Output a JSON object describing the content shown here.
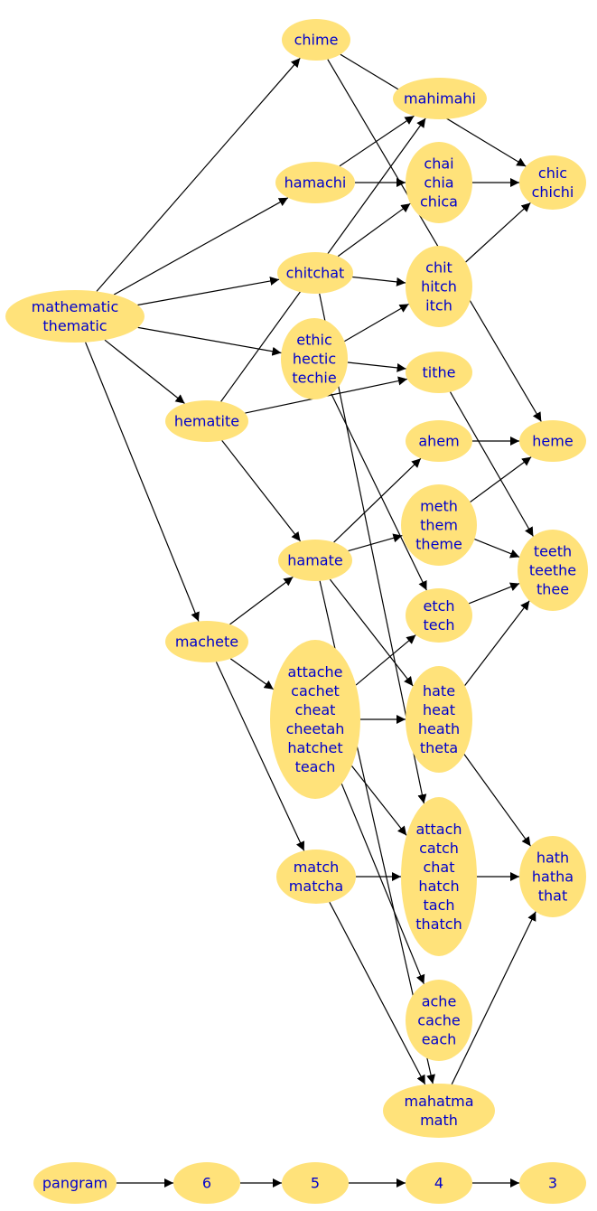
{
  "nodes": [
    {
      "id": "mathematic",
      "lines": [
        "mathematic",
        "thematic"
      ]
    },
    {
      "id": "chime",
      "lines": [
        "chime"
      ]
    },
    {
      "id": "mahimahi",
      "lines": [
        "mahimahi"
      ]
    },
    {
      "id": "hamachi",
      "lines": [
        "hamachi"
      ]
    },
    {
      "id": "chai",
      "lines": [
        "chai",
        "chia",
        "chica"
      ]
    },
    {
      "id": "chic",
      "lines": [
        "chic",
        "chichi"
      ]
    },
    {
      "id": "chitchat",
      "lines": [
        "chitchat"
      ]
    },
    {
      "id": "chit",
      "lines": [
        "chit",
        "hitch",
        "itch"
      ]
    },
    {
      "id": "ethic",
      "lines": [
        "ethic",
        "hectic",
        "techie"
      ]
    },
    {
      "id": "tithe",
      "lines": [
        "tithe"
      ]
    },
    {
      "id": "hematite",
      "lines": [
        "hematite"
      ]
    },
    {
      "id": "ahem",
      "lines": [
        "ahem"
      ]
    },
    {
      "id": "heme",
      "lines": [
        "heme"
      ]
    },
    {
      "id": "meth",
      "lines": [
        "meth",
        "them",
        "theme"
      ]
    },
    {
      "id": "hamate",
      "lines": [
        "hamate"
      ]
    },
    {
      "id": "teeth",
      "lines": [
        "teeth",
        "teethe",
        "thee"
      ]
    },
    {
      "id": "etch",
      "lines": [
        "etch",
        "tech"
      ]
    },
    {
      "id": "machete",
      "lines": [
        "machete"
      ]
    },
    {
      "id": "attache",
      "lines": [
        "attache",
        "cachet",
        "cheat",
        "cheetah",
        "hatchet",
        "teach"
      ]
    },
    {
      "id": "hate",
      "lines": [
        "hate",
        "heat",
        "heath",
        "theta"
      ]
    },
    {
      "id": "match",
      "lines": [
        "match",
        "matcha"
      ]
    },
    {
      "id": "attach",
      "lines": [
        "attach",
        "catch",
        "chat",
        "hatch",
        "tach",
        "thatch"
      ]
    },
    {
      "id": "hath",
      "lines": [
        "hath",
        "hatha",
        "that"
      ]
    },
    {
      "id": "ache",
      "lines": [
        "ache",
        "cache",
        "each"
      ]
    },
    {
      "id": "mahatma",
      "lines": [
        "mahatma",
        "math"
      ]
    },
    {
      "id": "pangram",
      "lines": [
        "pangram"
      ]
    },
    {
      "id": "n6",
      "lines": [
        "6"
      ]
    },
    {
      "id": "n5",
      "lines": [
        "5"
      ]
    },
    {
      "id": "n4",
      "lines": [
        "4"
      ]
    },
    {
      "id": "n3",
      "lines": [
        "3"
      ]
    }
  ],
  "edges": [
    [
      "mathematic",
      "chime"
    ],
    [
      "mathematic",
      "hamachi"
    ],
    [
      "mathematic",
      "chitchat"
    ],
    [
      "mathematic",
      "ethic"
    ],
    [
      "mathematic",
      "hematite"
    ],
    [
      "mathematic",
      "machete"
    ],
    [
      "chime",
      "chic"
    ],
    [
      "chime",
      "heme"
    ],
    [
      "hamachi",
      "mahimahi"
    ],
    [
      "hamachi",
      "chai"
    ],
    [
      "chai",
      "chic"
    ],
    [
      "chit",
      "chic"
    ],
    [
      "chitchat",
      "chai"
    ],
    [
      "chitchat",
      "chit"
    ],
    [
      "chitchat",
      "attach"
    ],
    [
      "ethic",
      "chit"
    ],
    [
      "ethic",
      "tithe"
    ],
    [
      "ethic",
      "etch"
    ],
    [
      "hematite",
      "mahimahi"
    ],
    [
      "hematite",
      "tithe"
    ],
    [
      "hematite",
      "hamate"
    ],
    [
      "tithe",
      "teeth"
    ],
    [
      "ahem",
      "heme"
    ],
    [
      "meth",
      "heme"
    ],
    [
      "meth",
      "teeth"
    ],
    [
      "hamate",
      "ahem"
    ],
    [
      "hamate",
      "meth"
    ],
    [
      "hamate",
      "hate"
    ],
    [
      "hamate",
      "mahatma"
    ],
    [
      "etch",
      "teeth"
    ],
    [
      "hate",
      "teeth"
    ],
    [
      "hate",
      "hath"
    ],
    [
      "machete",
      "hamate"
    ],
    [
      "machete",
      "attache"
    ],
    [
      "machete",
      "match"
    ],
    [
      "attache",
      "etch"
    ],
    [
      "attache",
      "hate"
    ],
    [
      "attache",
      "attach"
    ],
    [
      "attache",
      "ache"
    ],
    [
      "match",
      "attach"
    ],
    [
      "match",
      "mahatma"
    ],
    [
      "attach",
      "hath"
    ],
    [
      "mahatma",
      "hath"
    ],
    [
      "pangram",
      "n6"
    ],
    [
      "n6",
      "n5"
    ],
    [
      "n5",
      "n4"
    ],
    [
      "n4",
      "n3"
    ]
  ]
}
